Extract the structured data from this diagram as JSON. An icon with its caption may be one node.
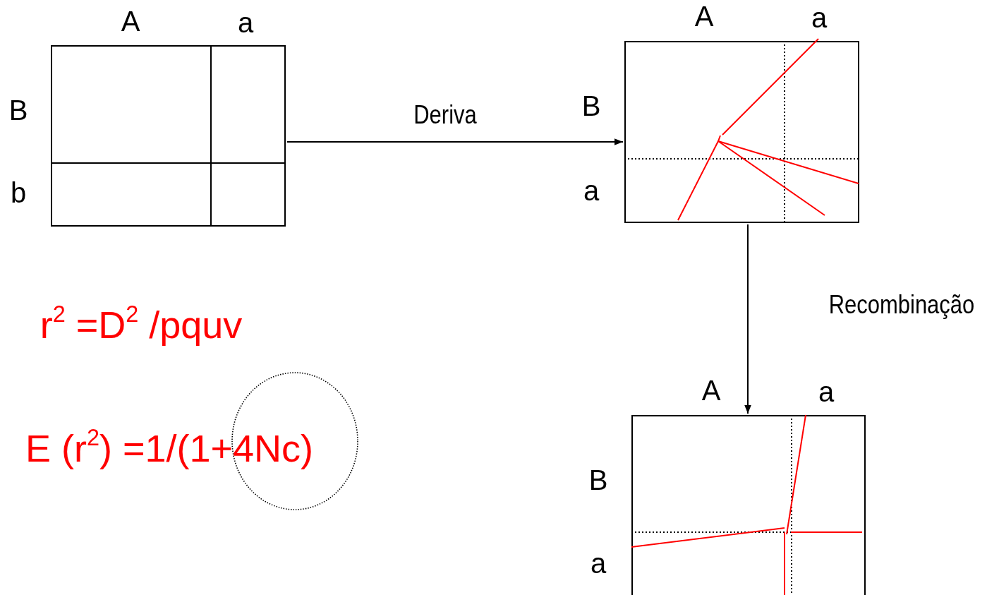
{
  "diagram": {
    "nodes": [
      {
        "text": [],
        "shape": "box",
        "beside": [
          "A",
          "a",
          "B",
          "b"
        ]
      },
      {
        "text": [],
        "shape": "box",
        "beside": [
          "A",
          "a",
          "B",
          "a"
        ]
      },
      {
        "text": [],
        "shape": "box",
        "beside": [
          "A",
          "a",
          "B",
          "a"
        ]
      },
      {
        "text": [],
        "shape": "circle"
      }
    ],
    "edges": [
      {
        "from": 0,
        "to": 1,
        "arrow": "to",
        "label": "Deriva"
      },
      {
        "from": 1,
        "to": 2,
        "arrow": "to",
        "label": "Recombinação"
      }
    ],
    "labels": [
      "r$^{2}$ =D$^{2}$ /pquv",
      "E (r$^{2}$) =1/(1+4Nc)"
    ]
  }
}
